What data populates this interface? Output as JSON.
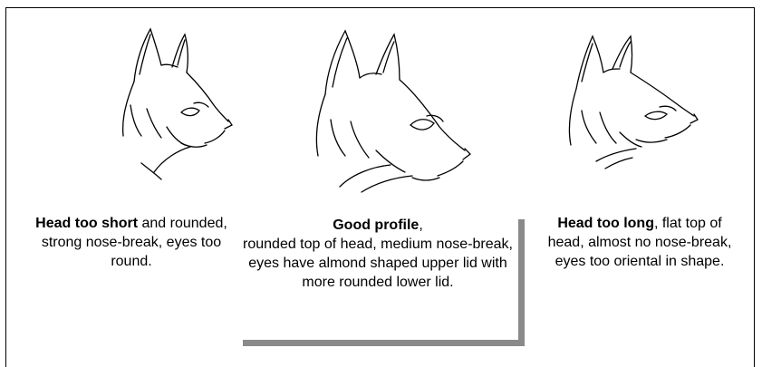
{
  "panels": [
    {
      "id": "short",
      "bold": "Head too short",
      "rest": " and rounded, strong nose-break, eyes too round."
    },
    {
      "id": "good",
      "bold": "Good profile",
      "rest_line1": ",",
      "rest": "rounded top of head, medium nose-break, eyes have almond shaped upper lid with more rounded lower lid."
    },
    {
      "id": "long",
      "bold": "Head too long",
      "rest": ", flat top of head, almost no nose-break, eyes too oriental in shape."
    }
  ],
  "colors": {
    "ink": "#000000",
    "shadow": "#8a8a8a",
    "background": "#ffffff"
  }
}
